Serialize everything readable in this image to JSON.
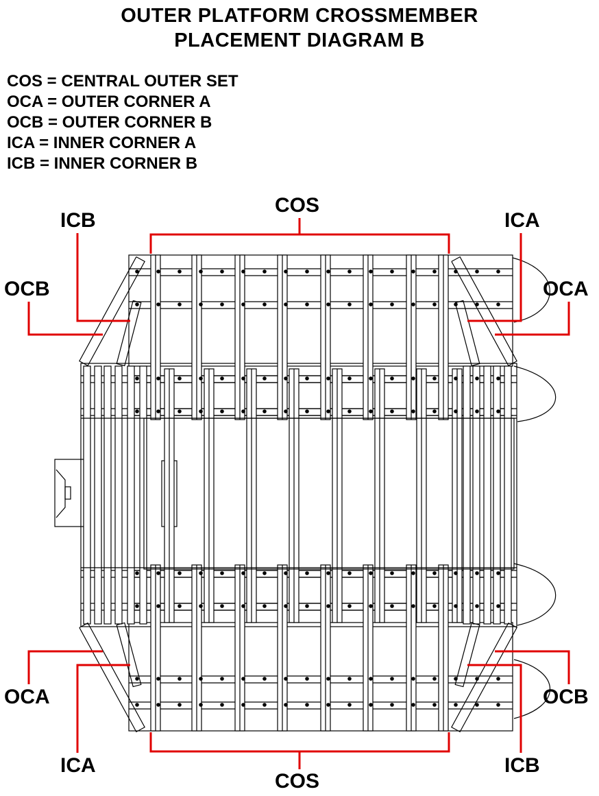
{
  "title": {
    "line1": "OUTER PLATFORM CROSSMEMBER",
    "line2": "PLACEMENT DIAGRAM B"
  },
  "legend": [
    "COS = CENTRAL OUTER SET",
    "OCA = OUTER CORNER A",
    "OCB = OUTER CORNER B",
    "ICA = INNER CORNER A",
    "ICB = INNER CORNER B"
  ],
  "labels": {
    "cos_top": "COS",
    "cos_bottom": "COS",
    "icb_top_left": "ICB",
    "ocb_top_left": "OCB",
    "ica_top_right": "ICA",
    "oca_top_right": "OCA",
    "oca_bottom_left": "OCA",
    "ica_bottom_left": "ICA",
    "ocb_bottom_right": "OCB",
    "icb_bottom_right": "ICB"
  },
  "colors": {
    "callout": "#e00000",
    "drawing": "#000000"
  }
}
